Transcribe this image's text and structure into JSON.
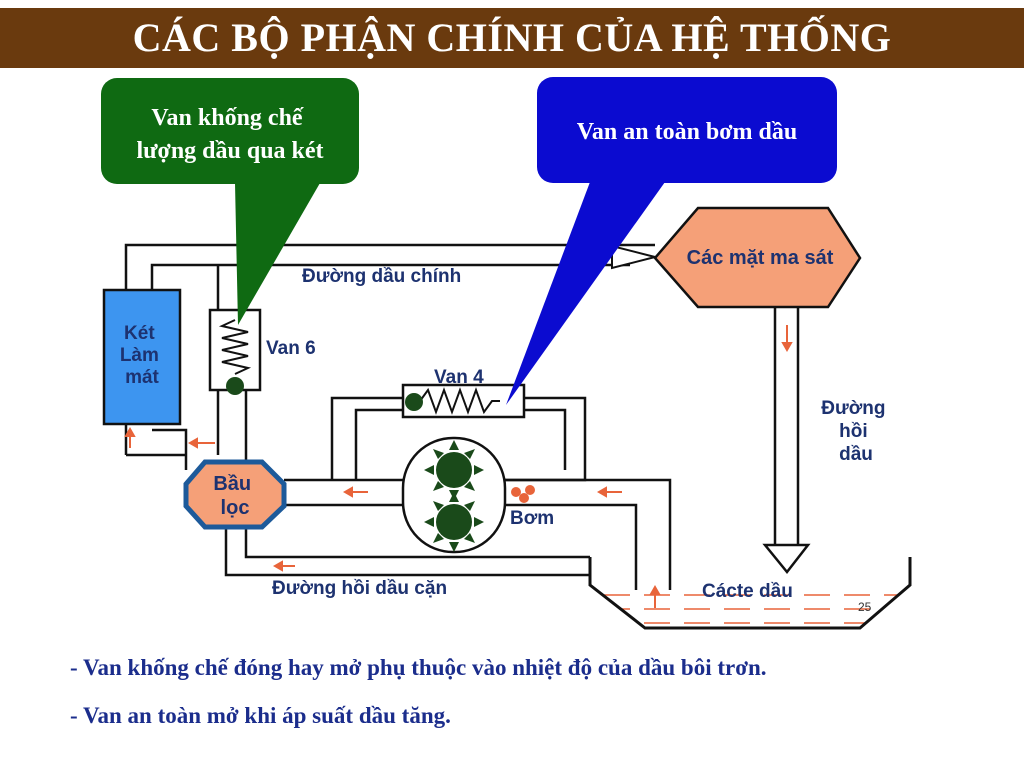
{
  "title": "CÁC BỘ PHẬN CHÍNH CỦA HỆ THỐNG",
  "callouts": {
    "control_valve": [
      "Van khống chế",
      "lượng dầu qua két"
    ],
    "safety_valve": "Van an toàn bơm dầu"
  },
  "labels": {
    "radiator": [
      "Két",
      "Làm",
      "mát"
    ],
    "van6": "Van 6",
    "van4": "Van 4",
    "main_line": "Đường dầu chính",
    "friction": "Các mặt ma sát",
    "return_line": [
      "Đường",
      "hồi",
      "dầu"
    ],
    "filter": [
      "Bầu",
      "lọc"
    ],
    "pump": "Bơm",
    "sludge_return": "Đường hồi dầu cặn",
    "sump": "Cácte dầu",
    "page_number": "25"
  },
  "notes": [
    "- Van khống chế đóng hay mở phụ thuộc vào nhiệt độ của dầu bôi trơn.",
    "- Van an toàn mở khi áp suất dầu tăng."
  ],
  "colors": {
    "title_bg": "#6a3a0e",
    "green_callout": "#0f6a12",
    "blue_callout": "#0b0bd0",
    "radiator": "#3d95f0",
    "orange_parts": "#f5a078",
    "label_text": "#1d3270",
    "arrow_orange": "#e8643a",
    "gear": "#1a4a1a",
    "note_text": "#1b2d8c"
  }
}
